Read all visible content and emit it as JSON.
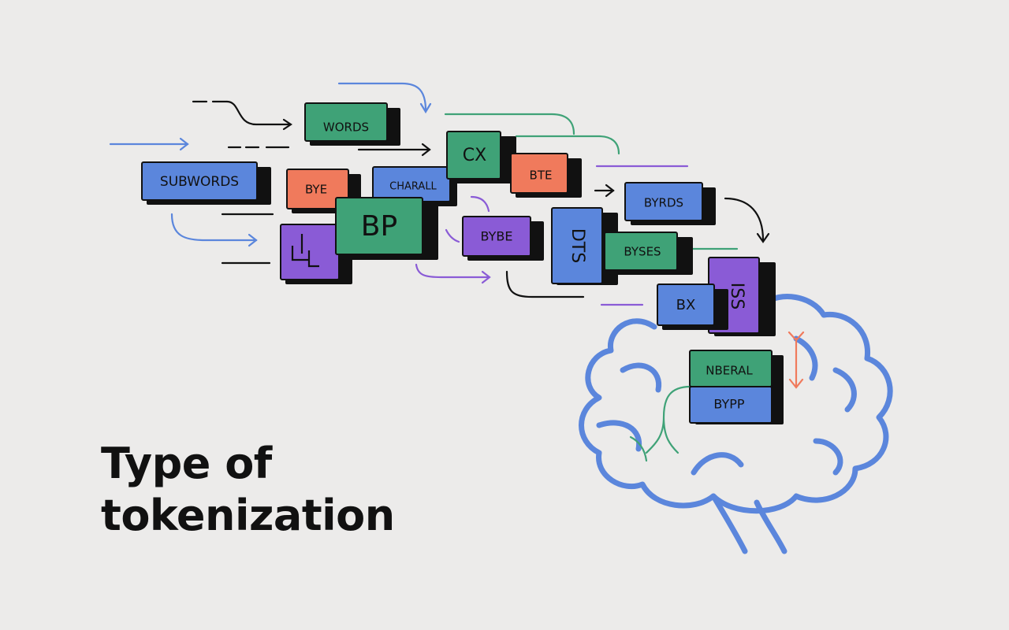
{
  "headline": {
    "line1": "Type of",
    "line2": "tokenization"
  },
  "colors": {
    "background": "#ecebea",
    "blue": "#5b86dc",
    "green": "#3fa277",
    "orange": "#f07a5c",
    "purple": "#8a5bd6",
    "shadow": "#111111",
    "brain": "#5b86dc"
  },
  "tokens": [
    {
      "id": "words",
      "text": "WORDS",
      "color": "green"
    },
    {
      "id": "subwords",
      "text": "SUBWORDS",
      "color": "blue"
    },
    {
      "id": "bye",
      "text": "BYE",
      "color": "orange"
    },
    {
      "id": "charall",
      "text": "CHARALL",
      "color": "blue"
    },
    {
      "id": "cx",
      "text": "CX",
      "color": "green"
    },
    {
      "id": "bte",
      "text": "BTE",
      "color": "orange"
    },
    {
      "id": "byrds",
      "text": "BYRDS",
      "color": "blue"
    },
    {
      "id": "bp",
      "text": "BP",
      "color": "green"
    },
    {
      "id": "purple-glyph",
      "text": "LT",
      "color": "purple"
    },
    {
      "id": "bybe",
      "text": "BYBE",
      "color": "purple"
    },
    {
      "id": "dts",
      "text": "DTS",
      "color": "blue"
    },
    {
      "id": "byses",
      "text": "BYSES",
      "color": "green"
    },
    {
      "id": "bx",
      "text": "BX",
      "color": "blue"
    },
    {
      "id": "iss",
      "text": "ISS",
      "color": "purple"
    },
    {
      "id": "nberal",
      "text": "NBERAL",
      "color": "green"
    },
    {
      "id": "bypp",
      "text": "BYPP",
      "color": "blue"
    }
  ]
}
